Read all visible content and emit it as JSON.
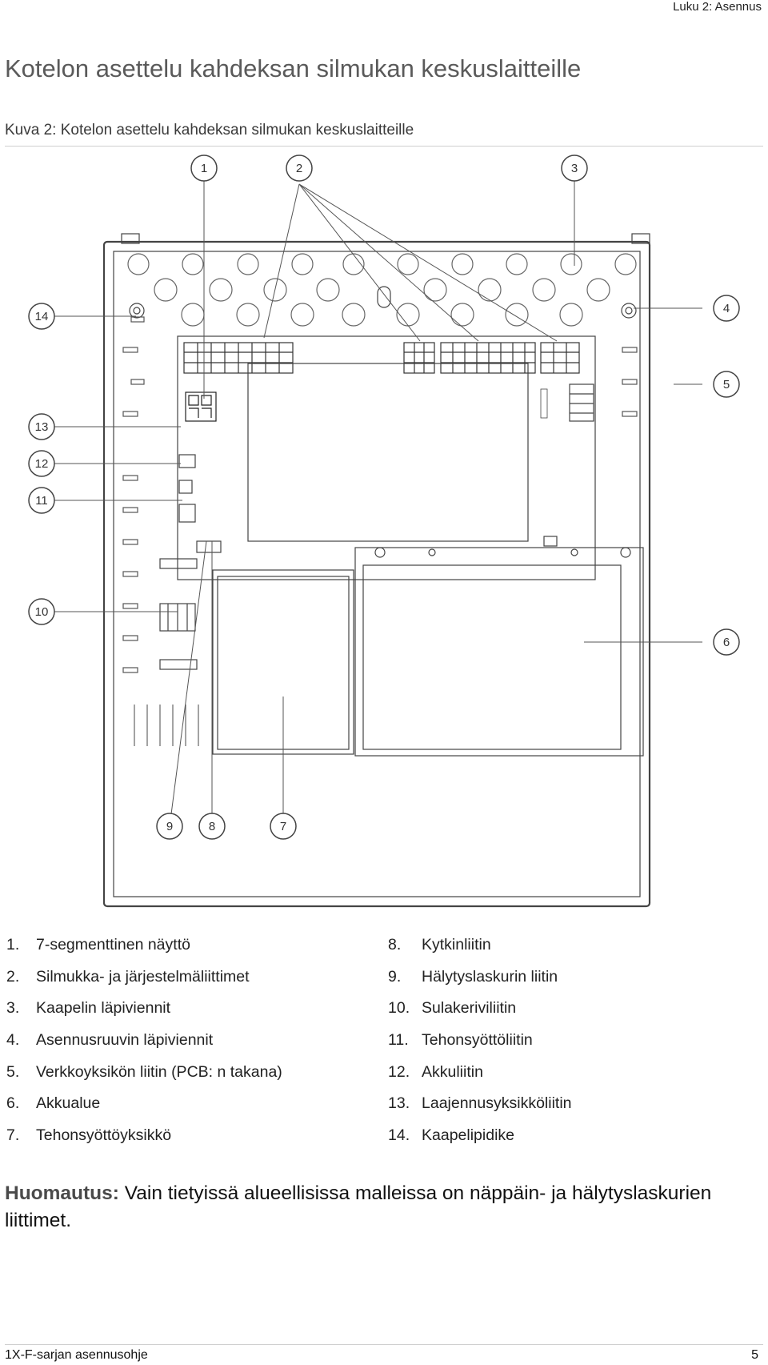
{
  "header": {
    "chapter": "Luku 2:  Asennus"
  },
  "page": {
    "title": "Kotelon asettelu kahdeksan silmukan keskuslaitteille",
    "figure_caption": "Kuva 2: Kotelon asettelu kahdeksan silmukan keskuslaitteille"
  },
  "diagram": {
    "callouts": [
      "1",
      "2",
      "3",
      "4",
      "5",
      "6",
      "7",
      "8",
      "9",
      "10",
      "11",
      "12",
      "13",
      "14"
    ]
  },
  "legend": {
    "left": [
      {
        "num": "1.",
        "text": "7-segmenttinen näyttö"
      },
      {
        "num": "2.",
        "text": "Silmukka- ja järjestelmäliittimet"
      },
      {
        "num": "3.",
        "text": "Kaapelin läpiviennit"
      },
      {
        "num": "4.",
        "text": "Asennusruuvin läpiviennit"
      },
      {
        "num": "5.",
        "text": "Verkkoyksikön liitin (PCB: n takana)"
      },
      {
        "num": "6.",
        "text": "Akkualue"
      },
      {
        "num": "7.",
        "text": "Tehonsyöttöyksikkö"
      }
    ],
    "right": [
      {
        "num": "8.",
        "text": "Kytkinliitin"
      },
      {
        "num": "9.",
        "text": "Hälytyslaskurin liitin"
      },
      {
        "num": "10.",
        "text": "Sulakeriviliitin"
      },
      {
        "num": "11.",
        "text": "Tehonsyöttöliitin"
      },
      {
        "num": "12.",
        "text": "Akkuliitin"
      },
      {
        "num": "13.",
        "text": "Laajennusyksikköliitin"
      },
      {
        "num": "14.",
        "text": "Kaapelipidike"
      }
    ]
  },
  "note": {
    "label": "Huomautus:",
    "text": " Vain tietyissä alueellisissa malleissa on näppäin- ja hälytyslaskurien liittimet."
  },
  "footer": {
    "left": "1X-F-sarjan asennusohje",
    "right": "5"
  }
}
